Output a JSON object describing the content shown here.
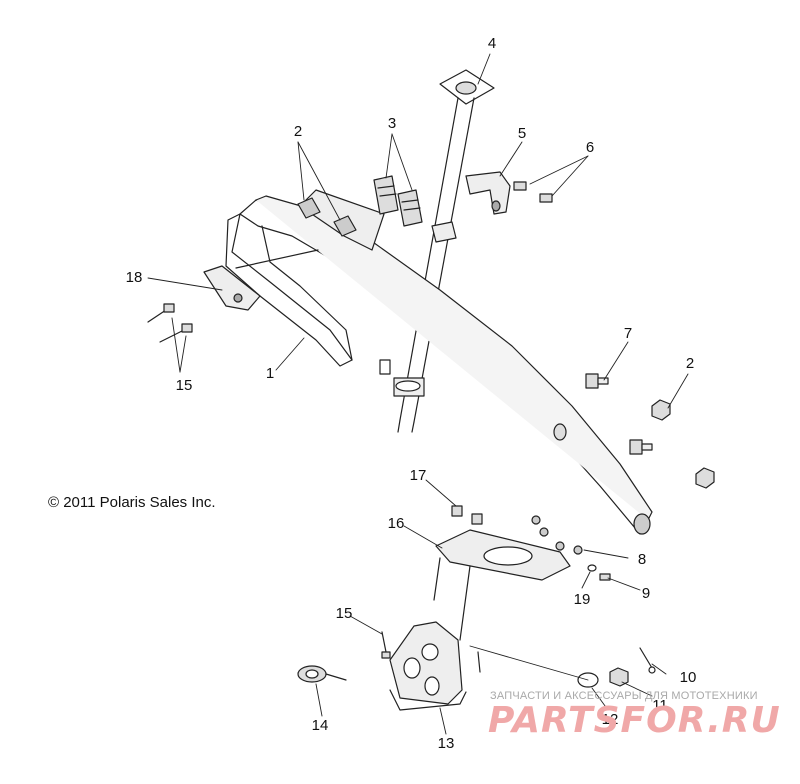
{
  "copyright": "© 2011 Polaris Sales Inc.",
  "watermark": {
    "subtitle": "ЗАПЧАСТИ И АКСЕССУАРЫ ДЛЯ МОТОТЕХНИКИ",
    "brand": "PARTSFOR.RU",
    "color": "#f0a8a8"
  },
  "callouts": [
    {
      "id": "c4",
      "label": "4"
    },
    {
      "id": "c3",
      "label": "3"
    },
    {
      "id": "c2a",
      "label": "2"
    },
    {
      "id": "c5",
      "label": "5"
    },
    {
      "id": "c6",
      "label": "6"
    },
    {
      "id": "c18",
      "label": "18"
    },
    {
      "id": "c15a",
      "label": "15"
    },
    {
      "id": "c1",
      "label": "1"
    },
    {
      "id": "c7",
      "label": "7"
    },
    {
      "id": "c2b",
      "label": "2"
    },
    {
      "id": "c17",
      "label": "17"
    },
    {
      "id": "c16",
      "label": "16"
    },
    {
      "id": "c8",
      "label": "8"
    },
    {
      "id": "c19",
      "label": "19"
    },
    {
      "id": "c9",
      "label": "9"
    },
    {
      "id": "c15b",
      "label": "15"
    },
    {
      "id": "c10",
      "label": "10"
    },
    {
      "id": "c14",
      "label": "14"
    },
    {
      "id": "c12",
      "label": "12"
    },
    {
      "id": "c11",
      "label": "11"
    },
    {
      "id": "c13",
      "label": "13"
    }
  ]
}
